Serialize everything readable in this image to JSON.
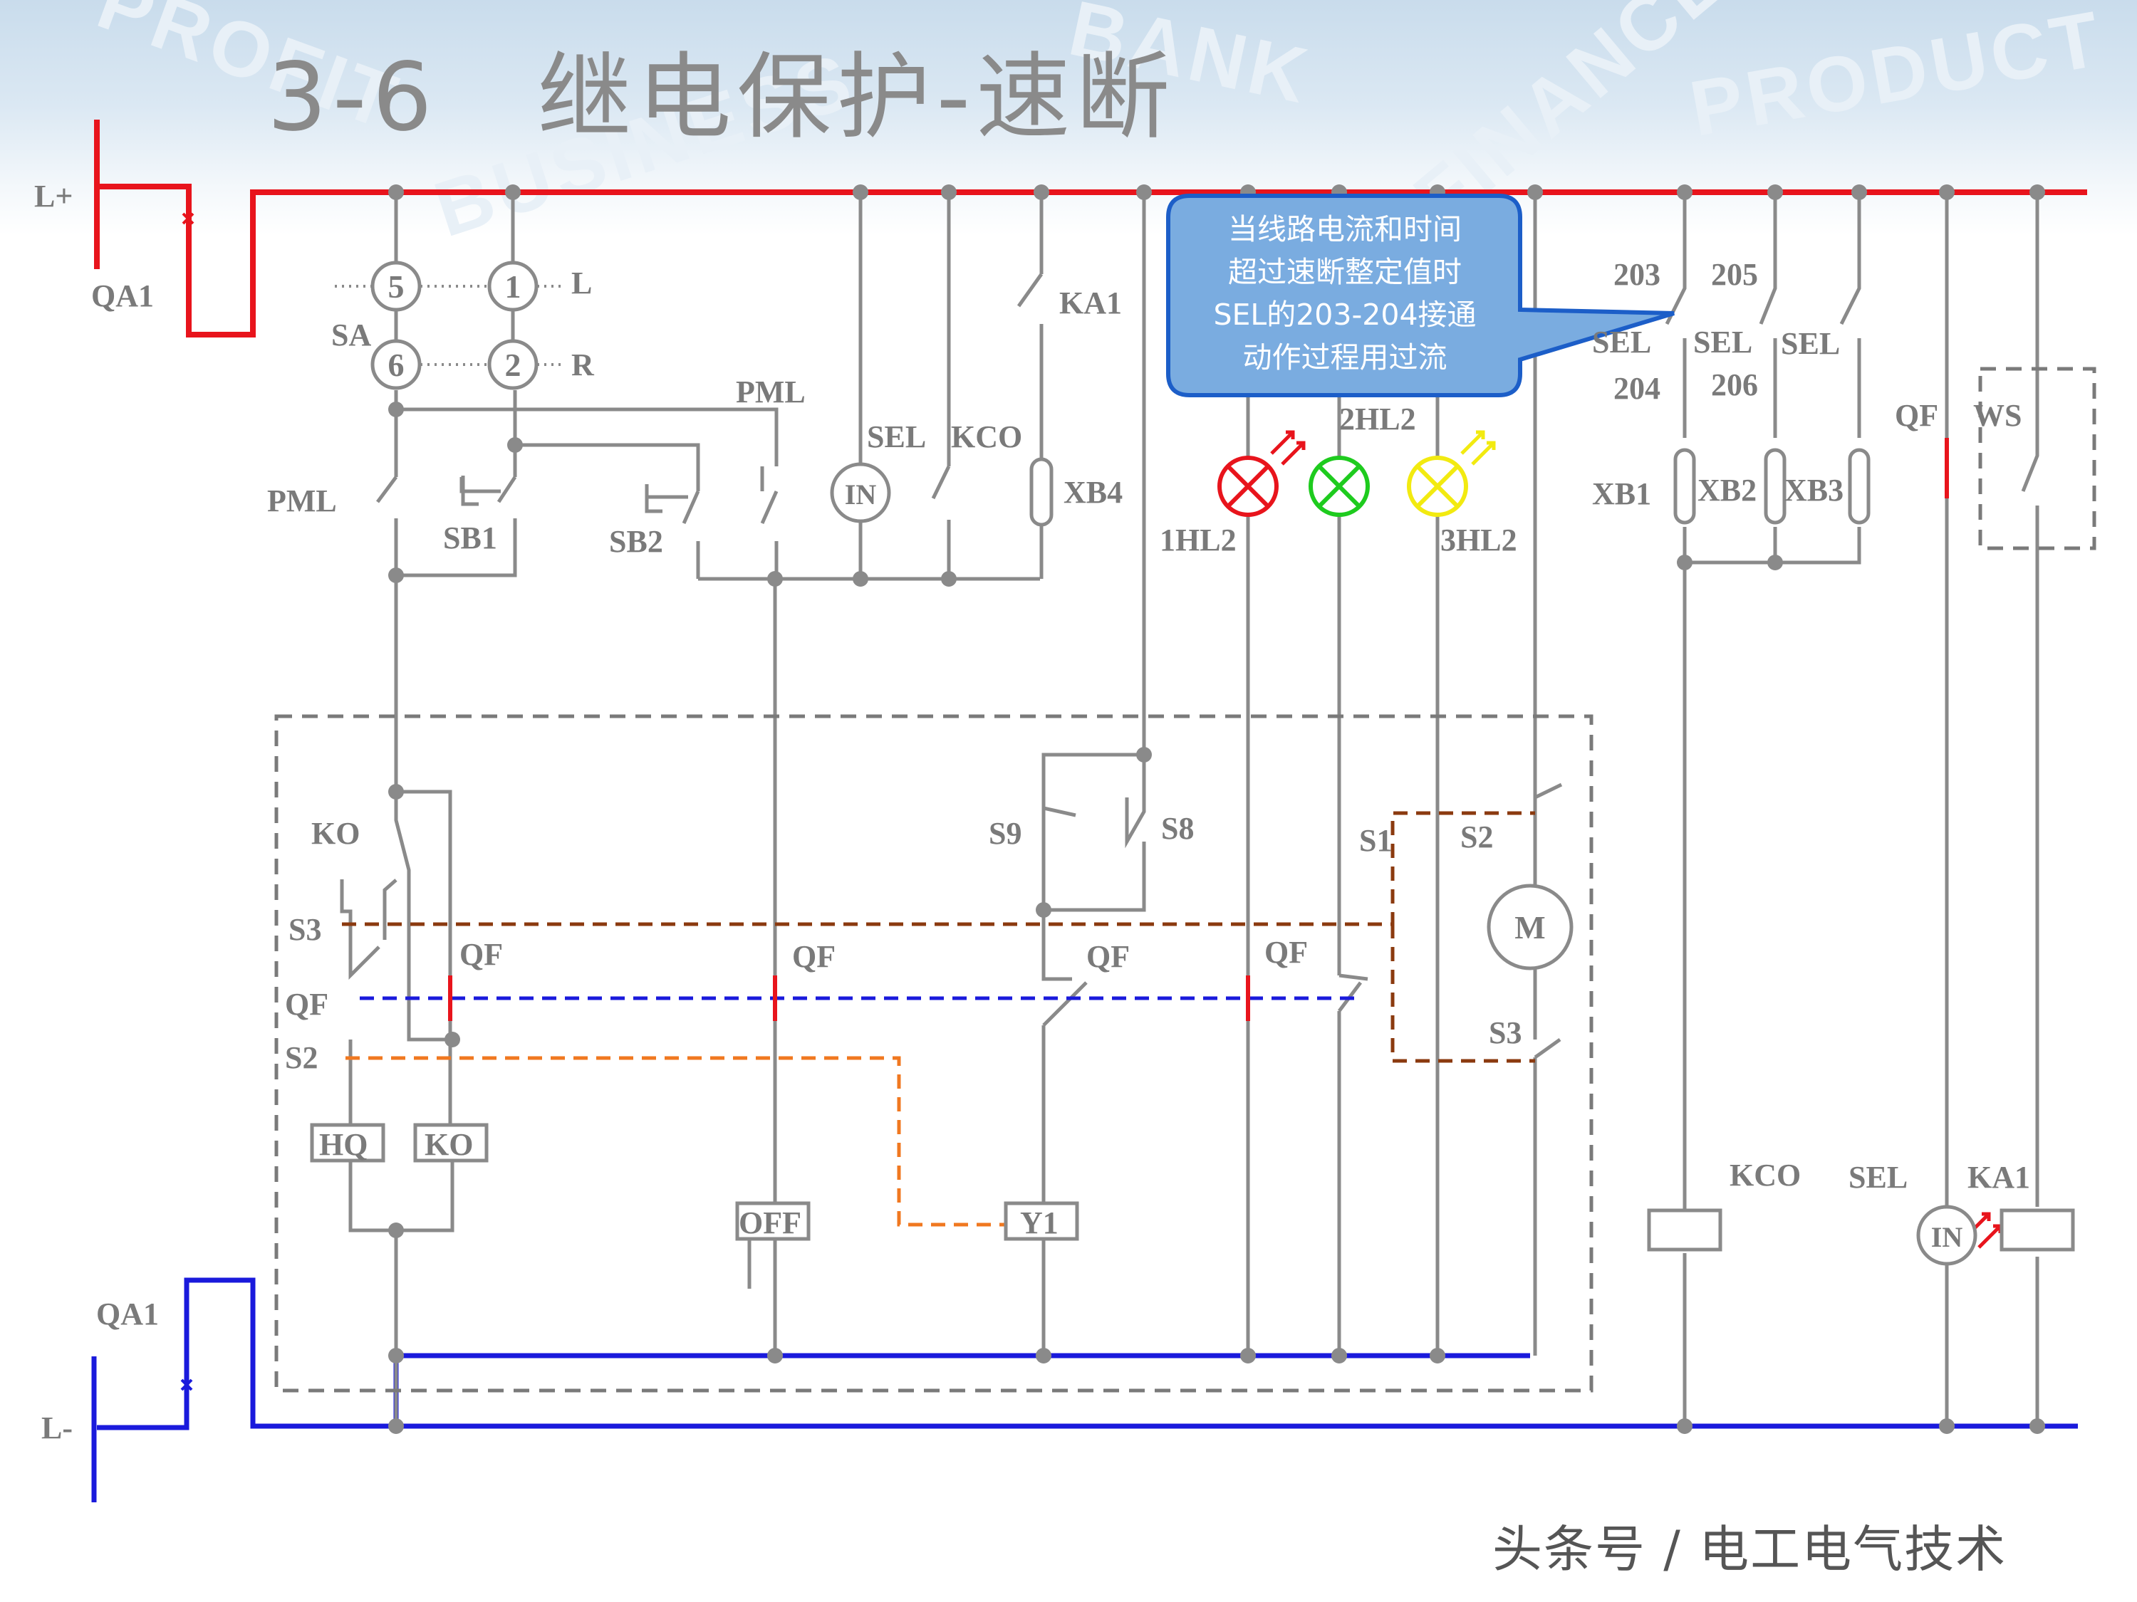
{
  "page": {
    "title": "3-6　继电保护-速断",
    "watermarks": [
      "PROFIT",
      "BUSINESS",
      "BANK",
      "FINANCE",
      "PRODUCT"
    ],
    "footer": "头条号 / 电工电气技术"
  },
  "callout": {
    "lines": [
      "当线路电流和时间",
      "超过速断整定值时",
      "SEL的203-204接通",
      "动作过程用过流"
    ]
  },
  "labels": {
    "l_plus": "L+",
    "l_minus": "L-",
    "qa1_top": "QA1",
    "qa1_bottom": "QA1",
    "sa": "SA",
    "sa_l": "L",
    "sa_r": "R",
    "sa_5": "5",
    "sa_1": "1",
    "sa_6": "6",
    "sa_2": "2",
    "pml_left": "PML",
    "sb1": "SB1",
    "sb2": "SB2",
    "pml_top": "PML",
    "in_top": "IN",
    "sel_mid": "SEL",
    "kco_mid": "KCO",
    "xb4": "XB4",
    "ka1_top": "KA1",
    "hl1": "1HL2",
    "hl2": "2HL2",
    "hl3": "3HL2",
    "t203": "203",
    "t204": "204",
    "t205": "205",
    "t206": "206",
    "sel_a": "SEL",
    "sel_b": "SEL",
    "sel_c": "SEL",
    "xb1": "XB1",
    "xb2": "XB2",
    "xb3": "XB3",
    "qf_right": "QF",
    "ws": "WS",
    "ko_label": "KO",
    "s3_left": "S3",
    "qf_left": "QF",
    "s2_left": "S2",
    "qf_a": "QF",
    "qf_b": "QF",
    "qf_c": "QF",
    "qf_d": "QF",
    "s9": "S9",
    "s8": "S8",
    "s1": "S1",
    "s2_right": "S2",
    "s3_right": "S3",
    "motor": "M",
    "hq": "HQ",
    "ko_box": "KO",
    "off": "OFF",
    "y1": "Y1",
    "kco_coil": "KCO",
    "sel_coil": "SEL",
    "in_bottom": "IN",
    "ka1_coil": "KA1"
  },
  "colors": {
    "positive_bus": "#e8141c",
    "negative_bus": "#1a1adc",
    "wire": "#8a8a8a",
    "link_brown": "#8b3a0f",
    "link_blue": "#1a1adc",
    "link_orange": "#f07820",
    "lamp_red": "#e8141c",
    "lamp_green": "#1ecb1e",
    "lamp_yellow": "#f2ea10",
    "callout_fill": "#7aace0",
    "callout_border": "#1c5ec8"
  }
}
